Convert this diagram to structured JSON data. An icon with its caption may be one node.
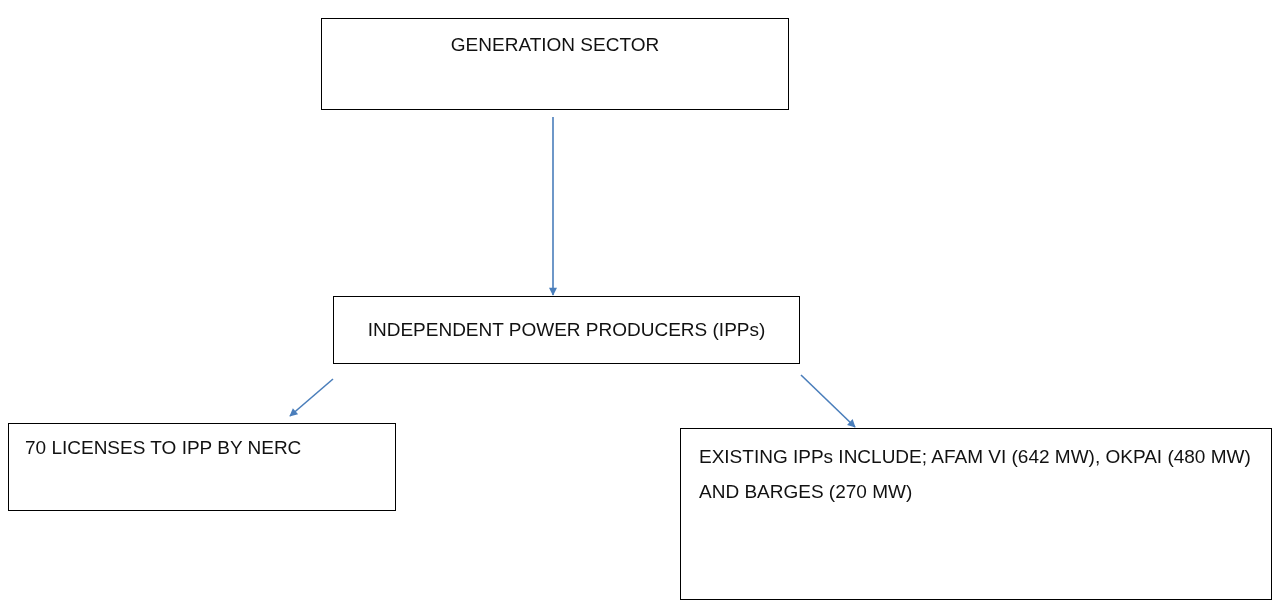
{
  "diagram": {
    "nodes": [
      {
        "text": [
          "GENERATION SECTOR"
        ]
      },
      {
        "text": [
          "INDEPENDENT POWER PRODUCERS (IPPs)"
        ]
      },
      {
        "text": [
          "70 LICENSES TO IPP BY NERC"
        ]
      },
      {
        "text": [
          "EXISTING IPPs INCLUDE; AFAM VI (642 MW), OKPAI (480 MW) AND BARGES (270 MW)"
        ]
      }
    ],
    "edges": [
      {
        "from": 0,
        "to": 1,
        "arrow": "to"
      },
      {
        "from": 1,
        "to": 2,
        "arrow": "to"
      },
      {
        "from": 1,
        "to": 3,
        "arrow": "to"
      }
    ]
  }
}
